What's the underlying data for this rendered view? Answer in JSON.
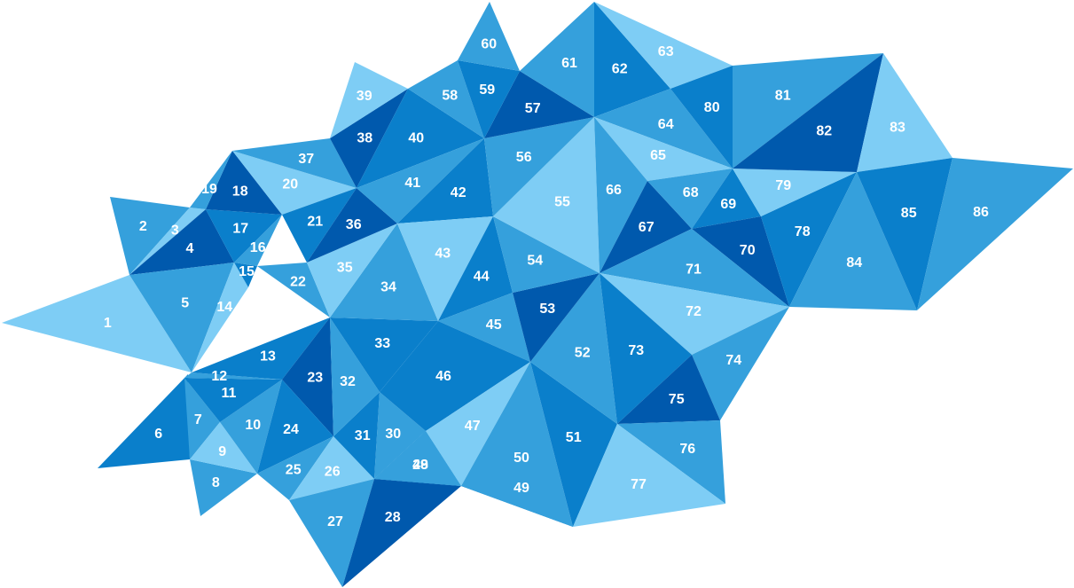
{
  "palette": {
    "light": "#7ecdf5",
    "mid": "#35a0dc",
    "strong": "#0a7fcb",
    "dark": "#0059ad",
    "label": "#ffffff"
  },
  "tiles": [
    {
      "label": "1",
      "tone": "light"
    },
    {
      "label": "2",
      "tone": "mid"
    },
    {
      "label": "3",
      "tone": "light"
    },
    {
      "label": "4",
      "tone": "dark"
    },
    {
      "label": "5",
      "tone": "mid"
    },
    {
      "label": "6",
      "tone": "strong"
    },
    {
      "label": "7",
      "tone": "mid"
    },
    {
      "label": "8",
      "tone": "mid"
    },
    {
      "label": "9",
      "tone": "light"
    },
    {
      "label": "10",
      "tone": "mid"
    },
    {
      "label": "11",
      "tone": "strong"
    },
    {
      "label": "12",
      "tone": "mid"
    },
    {
      "label": "13",
      "tone": "strong"
    },
    {
      "label": "14",
      "tone": "light"
    },
    {
      "label": "15",
      "tone": "strong"
    },
    {
      "label": "16",
      "tone": "mid"
    },
    {
      "label": "17",
      "tone": "strong"
    },
    {
      "label": "18",
      "tone": "dark"
    },
    {
      "label": "19",
      "tone": "mid"
    },
    {
      "label": "20",
      "tone": "light"
    },
    {
      "label": "21",
      "tone": "strong"
    },
    {
      "label": "22",
      "tone": "mid"
    },
    {
      "label": "23",
      "tone": "dark"
    },
    {
      "label": "24",
      "tone": "strong"
    },
    {
      "label": "25",
      "tone": "mid"
    },
    {
      "label": "26",
      "tone": "light"
    },
    {
      "label": "27",
      "tone": "mid"
    },
    {
      "label": "28",
      "tone": "dark"
    },
    {
      "label": "29",
      "tone": "strong"
    },
    {
      "label": "30",
      "tone": "mid"
    },
    {
      "label": "31",
      "tone": "strong"
    },
    {
      "label": "32",
      "tone": "mid"
    },
    {
      "label": "33",
      "tone": "strong"
    },
    {
      "label": "34",
      "tone": "mid"
    },
    {
      "label": "35",
      "tone": "light"
    },
    {
      "label": "36",
      "tone": "dark"
    },
    {
      "label": "37",
      "tone": "mid"
    },
    {
      "label": "38",
      "tone": "dark"
    },
    {
      "label": "39",
      "tone": "light"
    },
    {
      "label": "40",
      "tone": "strong"
    },
    {
      "label": "41",
      "tone": "mid"
    },
    {
      "label": "42",
      "tone": "strong"
    },
    {
      "label": "43",
      "tone": "light"
    },
    {
      "label": "44",
      "tone": "strong"
    },
    {
      "label": "45",
      "tone": "mid"
    },
    {
      "label": "46",
      "tone": "strong"
    },
    {
      "label": "47",
      "tone": "light"
    },
    {
      "label": "48",
      "tone": "mid"
    },
    {
      "label": "49",
      "tone": "strong"
    },
    {
      "label": "50",
      "tone": "mid"
    },
    {
      "label": "51",
      "tone": "strong"
    },
    {
      "label": "52",
      "tone": "mid"
    },
    {
      "label": "53",
      "tone": "dark"
    },
    {
      "label": "54",
      "tone": "mid"
    },
    {
      "label": "55",
      "tone": "light"
    },
    {
      "label": "56",
      "tone": "mid"
    },
    {
      "label": "57",
      "tone": "dark"
    },
    {
      "label": "58",
      "tone": "mid"
    },
    {
      "label": "59",
      "tone": "strong"
    },
    {
      "label": "60",
      "tone": "mid"
    },
    {
      "label": "61",
      "tone": "mid"
    },
    {
      "label": "62",
      "tone": "strong"
    },
    {
      "label": "63",
      "tone": "light"
    },
    {
      "label": "64",
      "tone": "mid"
    },
    {
      "label": "65",
      "tone": "light"
    },
    {
      "label": "66",
      "tone": "mid"
    },
    {
      "label": "67",
      "tone": "dark"
    },
    {
      "label": "68",
      "tone": "mid"
    },
    {
      "label": "69",
      "tone": "strong"
    },
    {
      "label": "70",
      "tone": "dark"
    },
    {
      "label": "71",
      "tone": "mid"
    },
    {
      "label": "72",
      "tone": "light"
    },
    {
      "label": "73",
      "tone": "strong"
    },
    {
      "label": "74",
      "tone": "mid"
    },
    {
      "label": "75",
      "tone": "dark"
    },
    {
      "label": "76",
      "tone": "mid"
    },
    {
      "label": "77",
      "tone": "light"
    },
    {
      "label": "78",
      "tone": "strong"
    },
    {
      "label": "79",
      "tone": "light"
    },
    {
      "label": "80",
      "tone": "strong"
    },
    {
      "label": "81",
      "tone": "mid"
    },
    {
      "label": "82",
      "tone": "dark"
    },
    {
      "label": "83",
      "tone": "light"
    },
    {
      "label": "84",
      "tone": "mid"
    },
    {
      "label": "85",
      "tone": "strong"
    },
    {
      "label": "86",
      "tone": "mid"
    }
  ]
}
